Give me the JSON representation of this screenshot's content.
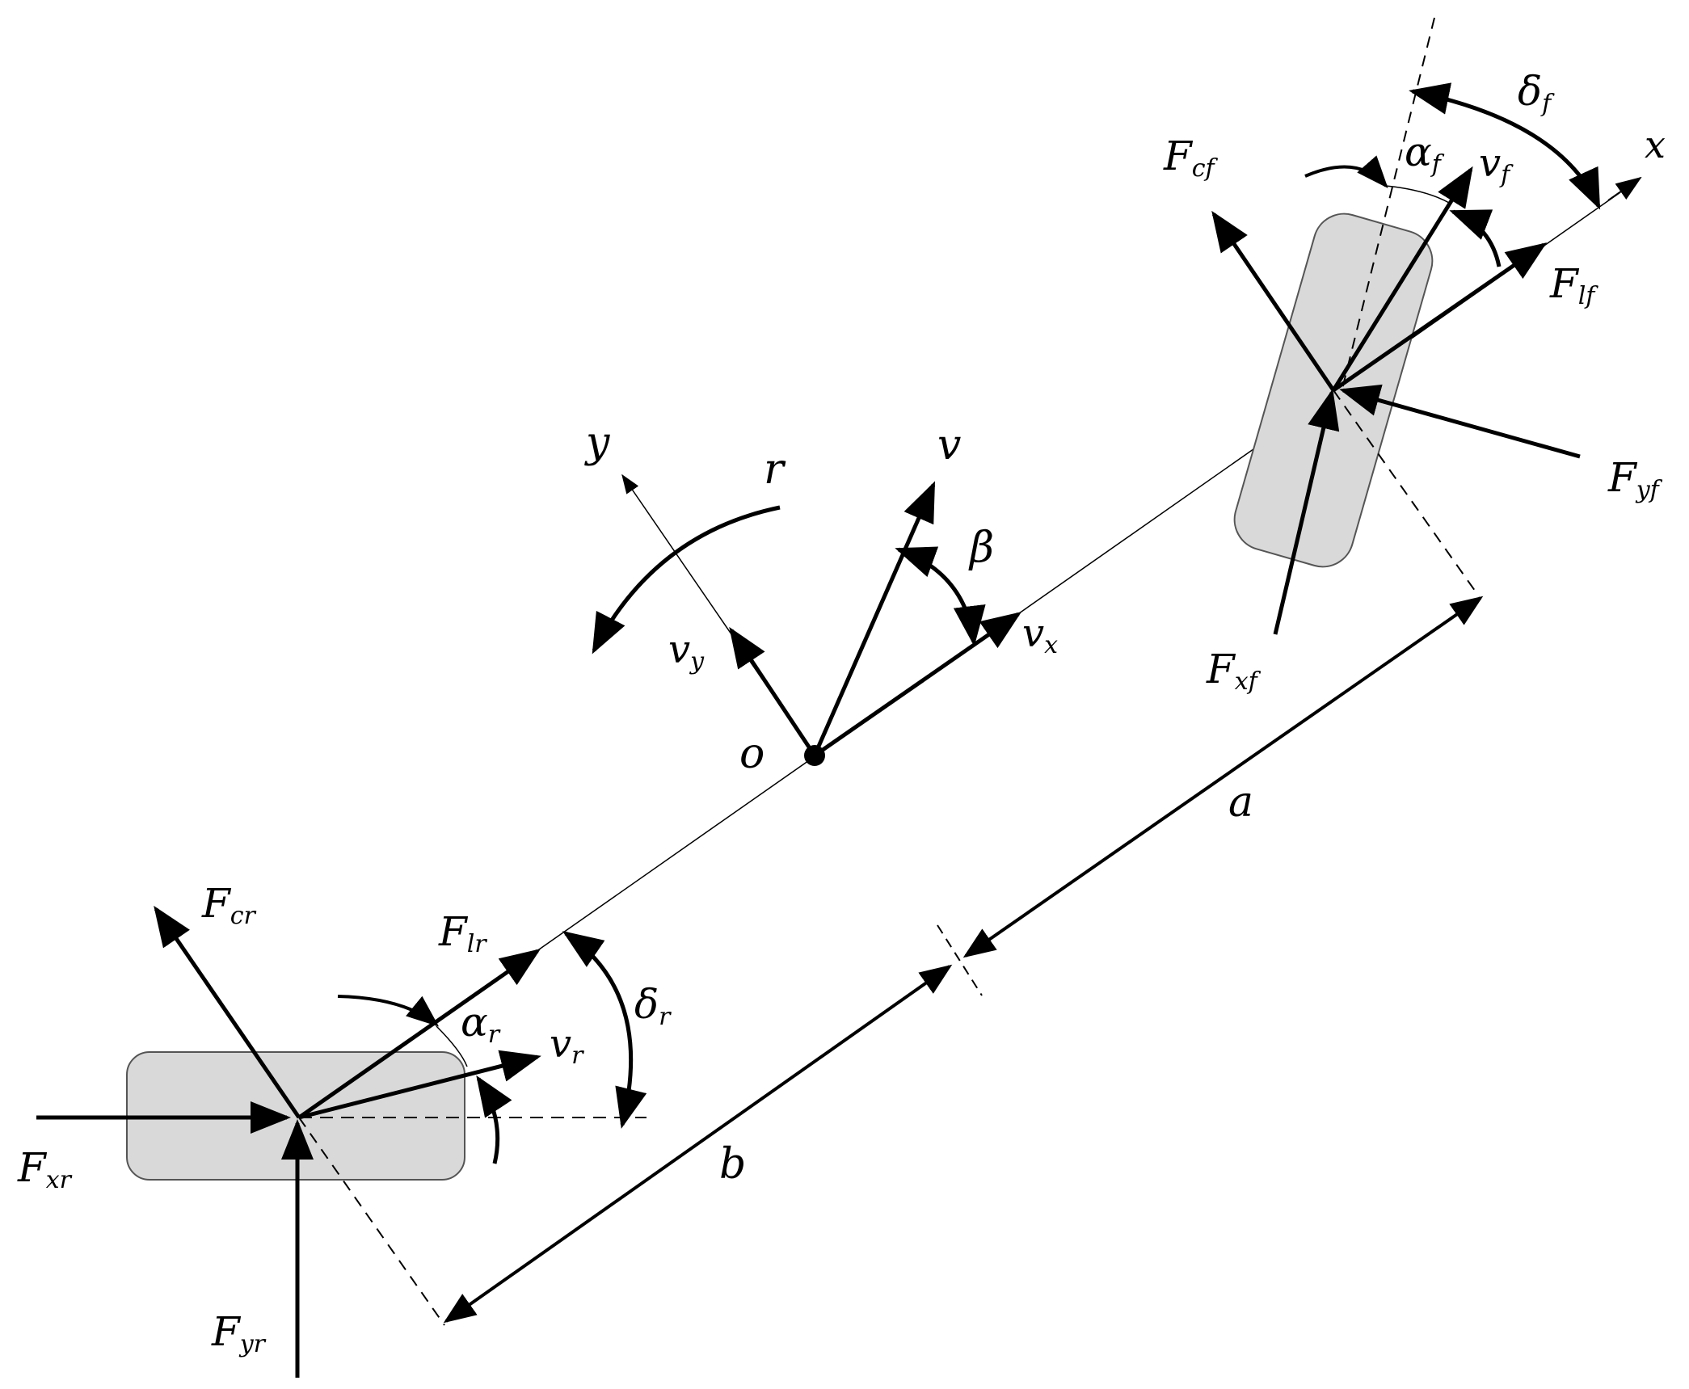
{
  "colors": {
    "ink": "#000000",
    "wheel_fill": "#d9d9d9",
    "wheel_stroke": "#555555"
  },
  "labels": {
    "x": "x",
    "y": "y",
    "r": "r",
    "v": "v",
    "beta": "β",
    "o": "o",
    "a": "a",
    "b": "b",
    "vx": {
      "main": "v",
      "sub": "x"
    },
    "vy": {
      "main": "v",
      "sub": "y"
    },
    "vf": {
      "main": "v",
      "sub": "f"
    },
    "vr": {
      "main": "v",
      "sub": "r"
    },
    "alpha_f": {
      "main": "α",
      "sub": "f"
    },
    "alpha_r": {
      "main": "α",
      "sub": "r"
    },
    "delta_f": {
      "main": "δ",
      "sub": "f"
    },
    "delta_r": {
      "main": "δ",
      "sub": "r"
    },
    "Fcf": {
      "main": "F",
      "sub": "cf"
    },
    "Flf": {
      "main": "F",
      "sub": "lf"
    },
    "Fyf": {
      "main": "F",
      "sub": "yf"
    },
    "Fxf": {
      "main": "F",
      "sub": "xf"
    },
    "Fcr": {
      "main": "F",
      "sub": "cr"
    },
    "Flr": {
      "main": "F",
      "sub": "lr"
    },
    "Fxr": {
      "main": "F",
      "sub": "xr"
    },
    "Fyr": {
      "main": "F",
      "sub": "yr"
    }
  }
}
